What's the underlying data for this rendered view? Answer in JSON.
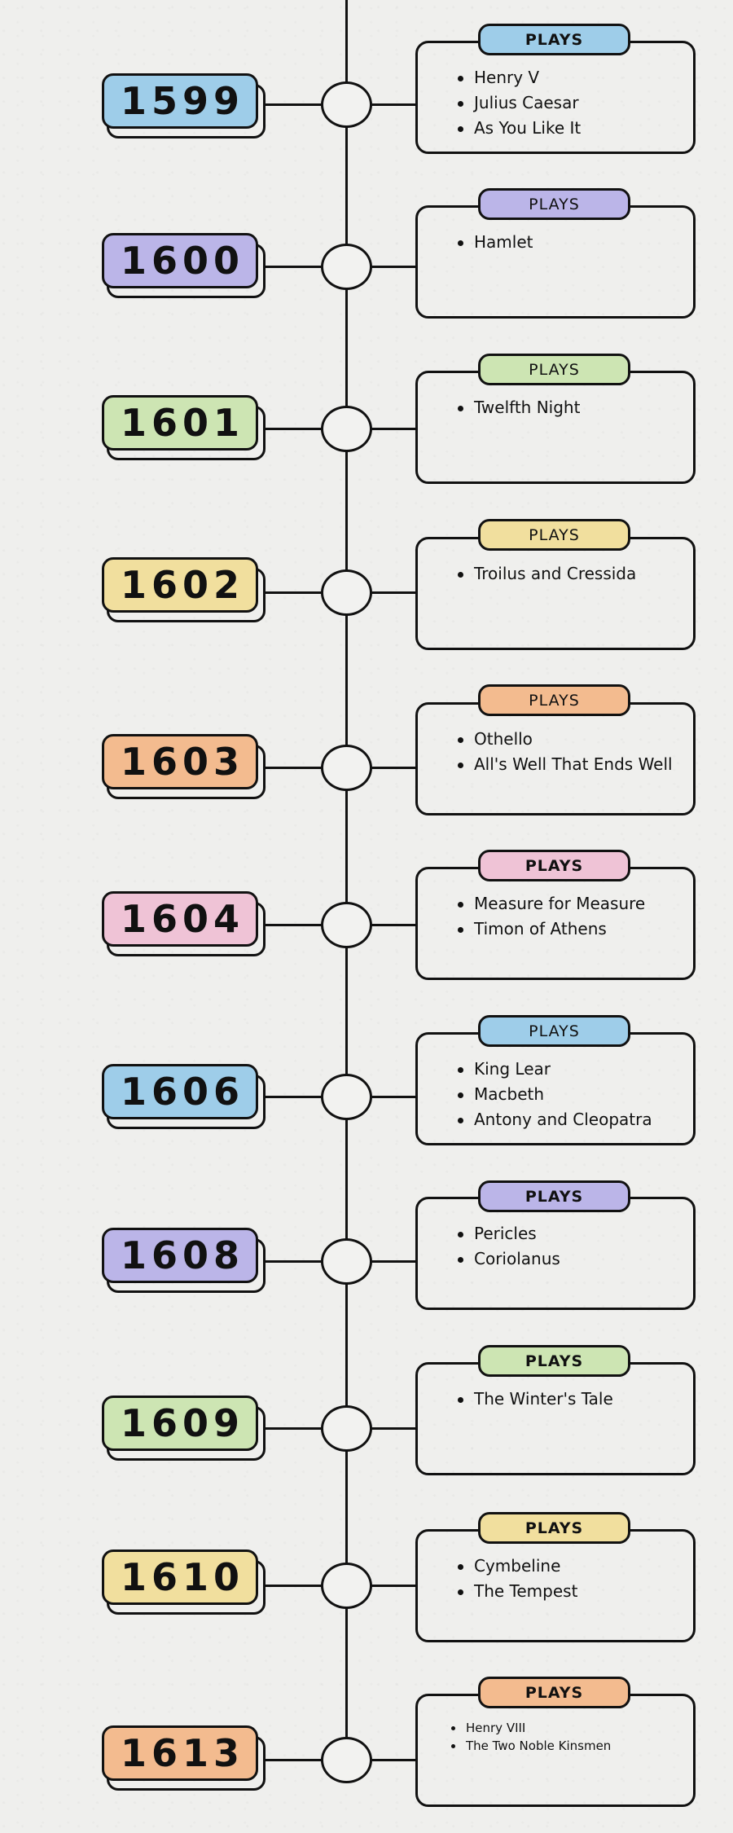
{
  "timeline": {
    "tag_label": "PLAYS",
    "entries": [
      {
        "year": "1599",
        "color": "#9ecde9",
        "tag_bold": true,
        "plays": [
          "Henry V",
          "Julius Caesar",
          "As You Like It"
        ]
      },
      {
        "year": "1600",
        "color": "#bbb5e8",
        "tag_bold": false,
        "plays": [
          "Hamlet"
        ]
      },
      {
        "year": "1601",
        "color": "#cde5b3",
        "tag_bold": false,
        "plays": [
          "Twelfth Night"
        ]
      },
      {
        "year": "1602",
        "color": "#f1df9e",
        "tag_bold": false,
        "plays": [
          "Troilus and Cressida"
        ]
      },
      {
        "year": "1603",
        "color": "#f3bb8f",
        "tag_bold": false,
        "plays": [
          "Othello",
          "All's Well That Ends Well"
        ]
      },
      {
        "year": "1604",
        "color": "#efc3d6",
        "tag_bold": true,
        "plays": [
          "Measure for Measure",
          "Timon of Athens"
        ]
      },
      {
        "year": "1606",
        "color": "#9ecde9",
        "tag_bold": false,
        "plays": [
          "King Lear",
          "Macbeth",
          "Antony and Cleopatra"
        ]
      },
      {
        "year": "1608",
        "color": "#bbb5e8",
        "tag_bold": true,
        "plays": [
          "Pericles",
          "Coriolanus"
        ]
      },
      {
        "year": "1609",
        "color": "#cde5b3",
        "tag_bold": true,
        "plays": [
          "The Winter's Tale"
        ]
      },
      {
        "year": "1610",
        "color": "#f1df9e",
        "tag_bold": true,
        "plays": [
          "Cymbeline",
          "The Tempest"
        ]
      },
      {
        "year": "1613",
        "color": "#f3bb8f",
        "tag_bold": true,
        "plays": [
          "Henry VIII",
          "The Two Noble Kinsmen"
        ]
      }
    ]
  }
}
